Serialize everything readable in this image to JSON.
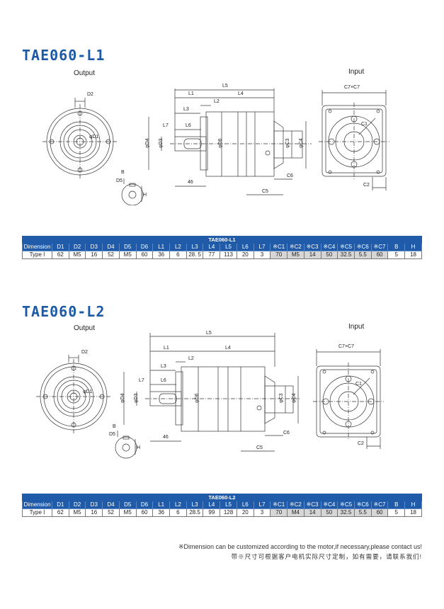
{
  "sections": [
    {
      "title": "TAE060-L1",
      "output_label": "Output",
      "input_label": "Input",
      "dims": {
        "D2": "D2",
        "D1": "φD1",
        "L5": "L5",
        "L1": "L1",
        "L2": "L2",
        "L4": "L4",
        "L3": "L3",
        "L7": "L7",
        "L6": "L6",
        "D4": "φD4",
        "D3": "φD3",
        "D6": "φD6",
        "C3": "φC3",
        "C4": "φC4",
        "C6": "C6",
        "C5": "C5",
        "dim46": "46",
        "B": "B",
        "D5": "D5",
        "H": "H",
        "C7": "C7×C7",
        "C1": "C1",
        "C2": "C2"
      },
      "table": {
        "caption": "TAE060-L1",
        "headers": [
          "Dimension",
          "D1",
          "D2",
          "D3",
          "D4",
          "D5",
          "D6",
          "L1",
          "L2",
          "L3",
          "L4",
          "L5",
          "L6",
          "L7",
          "※C1",
          "※C2",
          "※C3",
          "※C4",
          "※C5",
          "※C6",
          "※C7",
          "B",
          "H"
        ],
        "row": [
          "Type I",
          "62",
          "M5",
          "16",
          "52",
          "M5",
          "60",
          "36",
          "6",
          "28. 5",
          "77",
          "113",
          "20",
          "3",
          "70",
          "M5",
          "14",
          "50",
          "32.5",
          "5.5",
          "60",
          "5",
          "18"
        ]
      }
    },
    {
      "title": "TAE060-L2",
      "output_label": "Output",
      "input_label": "Input",
      "dims": {
        "D2": "D2",
        "D1": "φD1",
        "L5": "L5",
        "L1": "L1",
        "L2": "L2",
        "L4": "L4",
        "L3": "L3",
        "L7": "L7",
        "L6": "L6",
        "D4": "φD4",
        "D3": "φD3",
        "D6": "φD6",
        "C3": "φC3",
        "C4": "φC4",
        "C6": "C6",
        "C5": "C5",
        "dim46": "46",
        "B": "B",
        "D5": "D5",
        "H": "H",
        "C7": "C7×C7",
        "C1": "C1",
        "C2": "C2"
      },
      "table": {
        "caption": "TAE060-L2",
        "headers": [
          "Dimension",
          "D1",
          "D2",
          "D3",
          "D4",
          "D5",
          "D6",
          "L1",
          "L2",
          "L3",
          "L4",
          "L5",
          "L6",
          "L7",
          "※C1",
          "※C2",
          "※C3",
          "※C4",
          "※C5",
          "※C6",
          "※C7",
          "B",
          "H"
        ],
        "row": [
          "Type I",
          "62",
          "M5",
          "16",
          "52",
          "M5",
          "60",
          "36",
          "6",
          "28.5",
          "99",
          "128",
          "20",
          "3",
          "70",
          "M4",
          "14",
          "50",
          "32.5",
          "5.5",
          "60",
          "5",
          "18"
        ]
      }
    }
  ],
  "footer": {
    "note_en": "※Dimension can be customized according to the motor,if necessary,please contact us!",
    "note_cn": "带※尺寸可根据客户电机实际尺寸定制，如有需要，请联系我们!"
  },
  "colors": {
    "title": "#1d5aa6",
    "table_header": "#1f5ba8",
    "shade": "#d6d6d6"
  }
}
